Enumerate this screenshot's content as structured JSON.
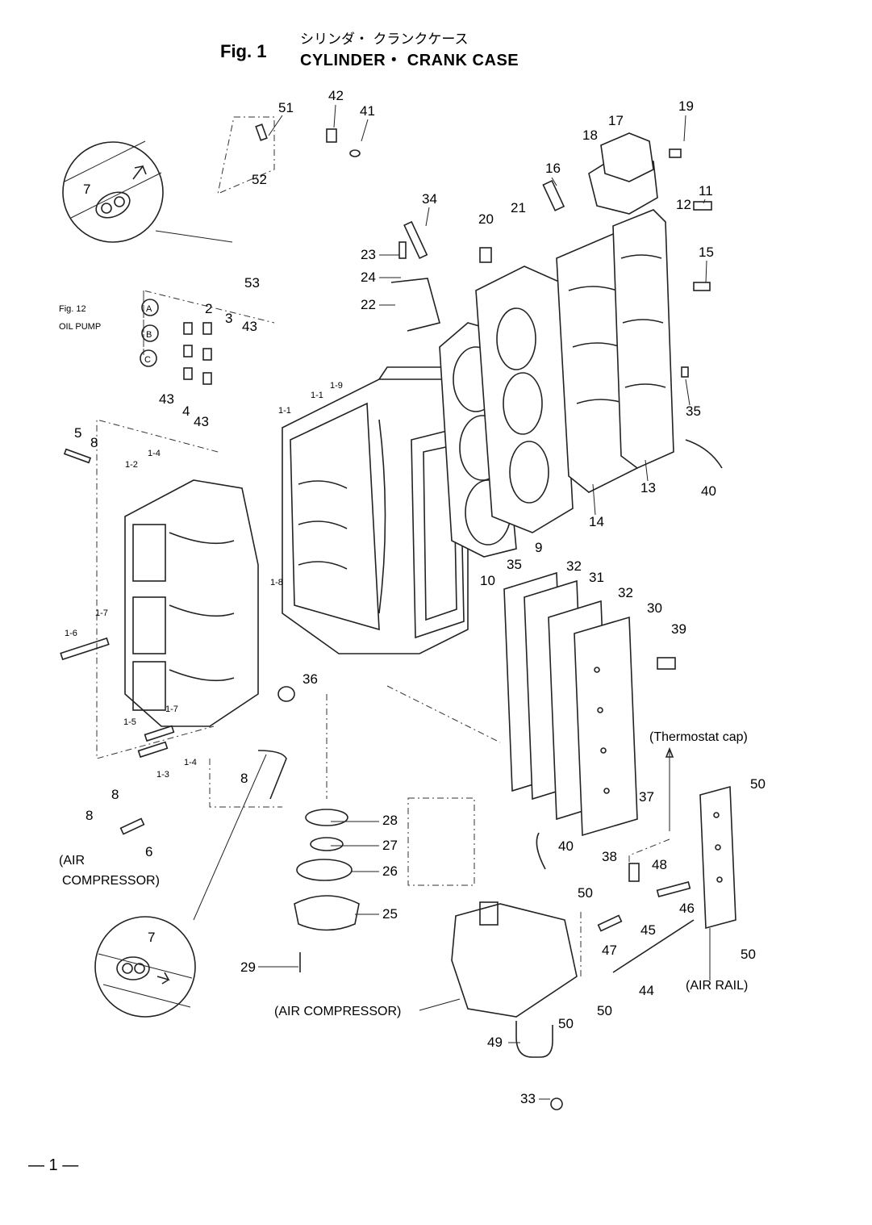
{
  "header": {
    "fig_label": "Fig. 1",
    "title_jp": "シリンダ・ クランクケース",
    "title_en": "CYLINDER・ CRANK CASE"
  },
  "callouts": {
    "fig12": "Fig. 12",
    "oil_pump": "OIL PUMP",
    "port_a": "A",
    "port_b": "B",
    "port_c": "C",
    "thermostat_cap": "(Thermostat cap)",
    "air_compressor_left_1": "(AIR",
    "air_compressor_left_2": "COMPRESSOR)",
    "air_compressor_bottom": "(AIR COMPRESSOR)",
    "air_rail": "(AIR RAIL)"
  },
  "parts": {
    "p51": "51",
    "p42": "42",
    "p41": "41",
    "p52": "52",
    "p53": "53",
    "p7a": "7",
    "p7b": "7",
    "p34": "34",
    "p16": "16",
    "p18": "18",
    "p17": "17",
    "p19": "19",
    "p21": "21",
    "p20": "20",
    "p12": "12",
    "p11": "11",
    "p15": "15",
    "p23": "23",
    "p24": "24",
    "p22": "22",
    "p2": "2",
    "p3": "3",
    "p43a": "43",
    "p43b": "43",
    "p43c": "43",
    "p4": "4",
    "p1_1a": "1-1",
    "p1_9": "1-9",
    "p1_1b": "1-1",
    "p5": "5",
    "p8a": "8",
    "p1_2": "1-2",
    "p1_4a": "1-4",
    "p35a": "35",
    "p40a": "40",
    "p13": "13",
    "p14": "14",
    "p9": "9",
    "p35b": "35",
    "p10": "10",
    "p1_8": "1-8",
    "p32a": "32",
    "p31": "31",
    "p32b": "32",
    "p30": "30",
    "p39": "39",
    "p1_7a": "1-7",
    "p1_6": "1-6",
    "p36": "36",
    "p1_7b": "1-7",
    "p1_5": "1-5",
    "p1_4b": "1-4",
    "p1_3": "1-3",
    "p8b": "8",
    "p8c": "8",
    "p8d": "8",
    "p6": "6",
    "p28": "28",
    "p27": "27",
    "p26": "26",
    "p25": "25",
    "p29": "29",
    "p37": "37",
    "p40b": "40",
    "p38": "38",
    "p48": "48",
    "p50a": "50",
    "p50b": "50",
    "p50c": "50",
    "p50d": "50",
    "p50e": "50",
    "p46": "46",
    "p45": "45",
    "p47": "47",
    "p44": "44",
    "p49": "49",
    "p33": "33"
  },
  "footer": {
    "page": "— 1 —"
  }
}
